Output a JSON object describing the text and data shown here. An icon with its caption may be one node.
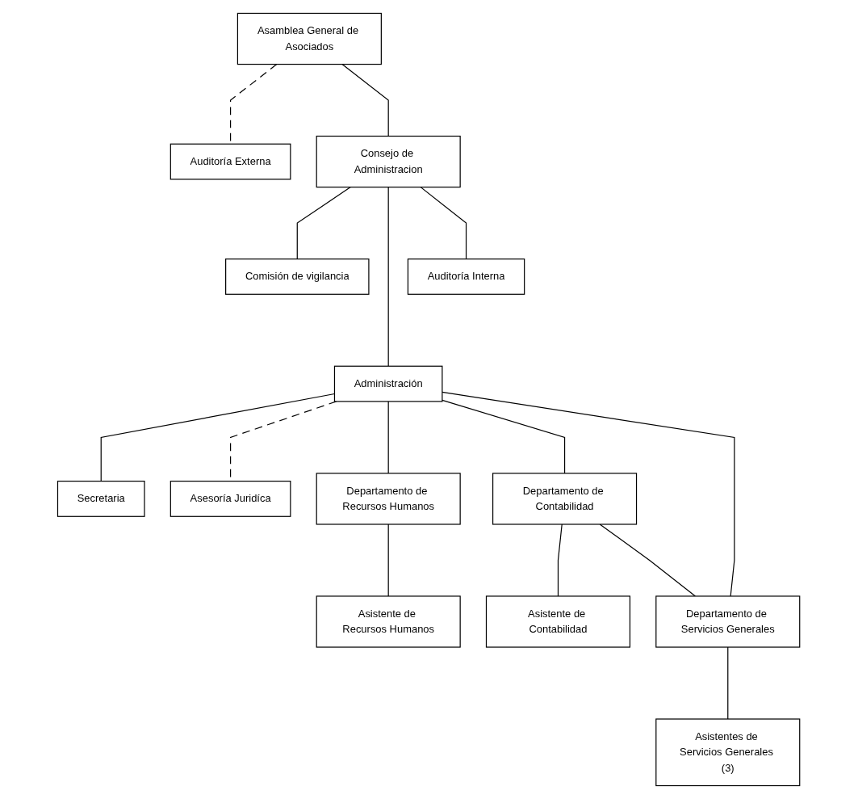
{
  "diagram": {
    "nodes": [
      {
        "text": [
          "Asamblea General de Asociados"
        ]
      },
      {
        "text": [
          "Auditoría Externa"
        ]
      },
      {
        "text": [
          "Comisión de vigilancia"
        ]
      },
      {
        "text": [
          "Consejo de Administracion"
        ]
      },
      {
        "text": [
          "Auditoría Interna"
        ]
      },
      {
        "text": [
          "Administración"
        ]
      },
      {
        "text": [
          "Secretaria"
        ]
      },
      {
        "text": [
          "Asesoría Juridíca"
        ]
      },
      {
        "text": [
          "Departamento de Recursos Humanos"
        ]
      },
      {
        "text": [
          "Departamento de Contabilidad"
        ]
      },
      {
        "text": [
          "Departamento de Servicios Generales"
        ]
      },
      {
        "text": [
          "Asistente de Recursos Humanos"
        ]
      },
      {
        "text": [
          "Asistente de Contabilidad"
        ]
      },
      {
        "text": [
          "Asistentes de Servicios Generales (3)"
        ]
      }
    ],
    "edges": [
      {
        "from": 0,
        "to": 1,
        "arrow": "none",
        "style": "dashed"
      },
      {
        "from": 0,
        "to": 3,
        "arrow": "none"
      },
      {
        "from": 3,
        "to": 2,
        "arrow": "none"
      },
      {
        "from": 3,
        "to": 5,
        "arrow": "none"
      },
      {
        "from": 3,
        "to": 4,
        "arrow": "none"
      },
      {
        "from": 5,
        "to": 6,
        "arrow": "none"
      },
      {
        "from": 5,
        "to": 7,
        "arrow": "none",
        "style": "dashed"
      },
      {
        "from": 5,
        "to": 8,
        "arrow": "none"
      },
      {
        "from": 5,
        "to": 9,
        "arrow": "none"
      },
      {
        "from": 5,
        "to": 10,
        "arrow": "none"
      },
      {
        "from": 8,
        "to": 11,
        "arrow": "none"
      },
      {
        "from": 9,
        "to": 12,
        "arrow": "none"
      },
      {
        "from": 9,
        "to": 10,
        "arrow": "none"
      },
      {
        "from": 10,
        "to": 13,
        "arrow": "none"
      }
    ]
  }
}
